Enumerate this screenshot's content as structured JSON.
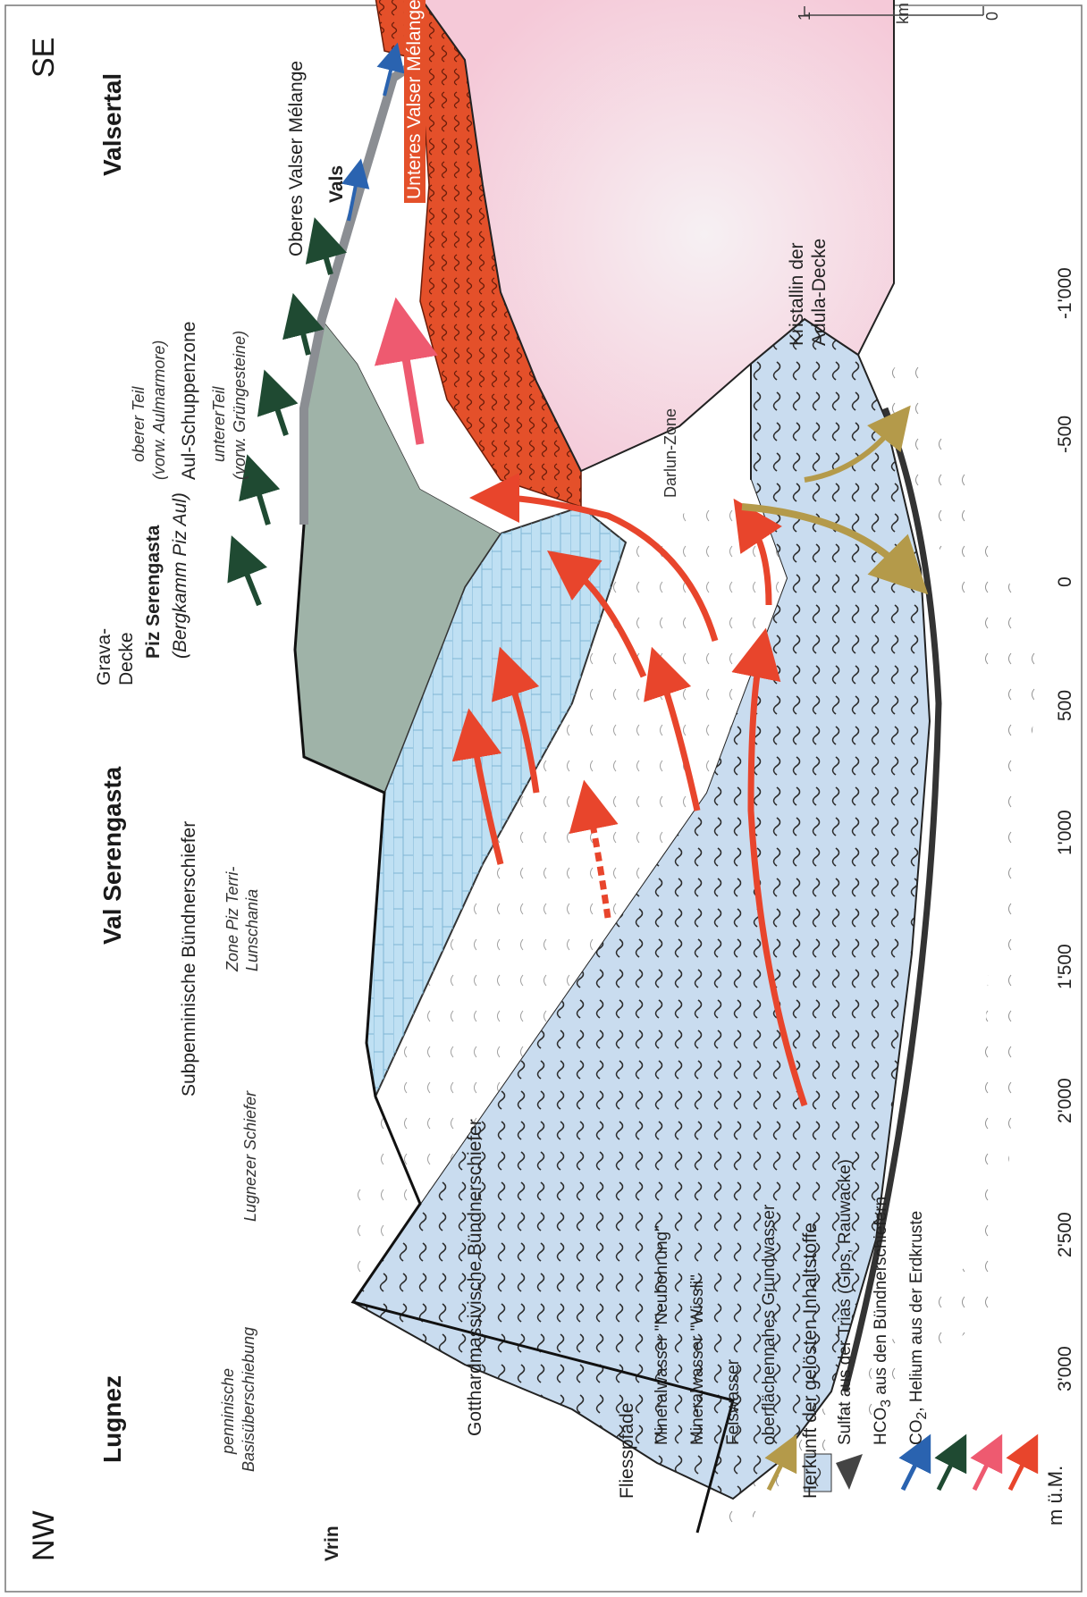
{
  "orientation": {
    "nw": "NW",
    "se": "SE"
  },
  "regions": {
    "lugnez": "Lugnez",
    "val_serengasta": "Val Serengasta",
    "valsertal": "Valsertal",
    "piz_serengasta": "Piz Serengasta",
    "piz_serengasta_sub": "(Bergkamm Piz Aul)"
  },
  "places": {
    "vrin": "Vrin",
    "vals": "Vals"
  },
  "axis": {
    "unit": "m ü.M.",
    "ticks": [
      "3'000",
      "2'500",
      "2'000",
      "1'500",
      "1'000",
      "500",
      "0",
      "-500",
      "-1'000"
    ]
  },
  "units": {
    "penninische_line1": "penninische",
    "penninische_line2": "Basisüberschiebung",
    "lugnezer": "Lugnezer Schiefer",
    "subpenninische": "Subpenninische Bündnerschiefer",
    "zone_line1": "Zone Piz Terri-",
    "zone_line2": "Lunschania",
    "grava_line1": "Grava-",
    "grava_line2": "Decke",
    "aul_oberer_line1": "oberer Teil",
    "aul_oberer_line2": "(vorw. Aulmarmore)",
    "aul_zone": "Aul-Schuppenzone",
    "aul_unterer_line1": "untererTeil",
    "aul_unterer_line2": "(vorw. Grüngesteine)",
    "oberes_valser": "Oberes Valser Mélange",
    "unteres_valser": "Unteres Valser Mélange",
    "kristallin_line1": "Kristallin der",
    "kristallin_line2": "Adula-Decke",
    "darlun": "Darlun-Zone",
    "gotthard": "Gotthardmassivische Bündnerschiefer"
  },
  "scalebar": {
    "label_0": "0",
    "label_km": "km",
    "label_1": "1"
  },
  "legend": {
    "fliesspfade_title": "Fliesspfade",
    "fliesspfade": [
      {
        "label": "Mineralwasser \"Neubohrung\"",
        "color": "#e8452c",
        "icon": "arrow-neubohrung-icon"
      },
      {
        "label": "Mineralwasser \"Wissli\"",
        "color": "#ee5a70",
        "icon": "arrow-wissli-icon"
      },
      {
        "label": "Felswasser",
        "color": "#1f4a32",
        "icon": "arrow-felswasser-icon"
      },
      {
        "label": "oberflächennahes Grundwasser",
        "color": "#2a63b0",
        "icon": "arrow-grundwasser-icon"
      }
    ],
    "herkunft_title": "Herkunft der gelösten Inhaltstoffe",
    "herkunft": [
      {
        "label": "Sulfat aus der Trias (Gips, Rauwacke)",
        "color": "#444444",
        "icon": "sulfat-wedge-icon"
      },
      {
        "label_main": "HCO",
        "label_sub": "3",
        "label_rest": " aus den Bündnerschiefern",
        "color": "#c9dcef",
        "icon": "hco3-pattern-icon"
      },
      {
        "label_main": "CO",
        "label_sub": "2",
        "label_rest": ", Helium aus der Erdkruste",
        "color": "#b49a4a",
        "icon": "co2-arrow-icon"
      }
    ]
  },
  "colors": {
    "buendner_blue": "#c9dcef",
    "grava_blue": "#bfe0f3",
    "aul_green": "#9fb3a8",
    "adula_pink": "#f8d9e4",
    "melange_orange": "#e4502a",
    "surface_grey": "#8b8e93"
  }
}
